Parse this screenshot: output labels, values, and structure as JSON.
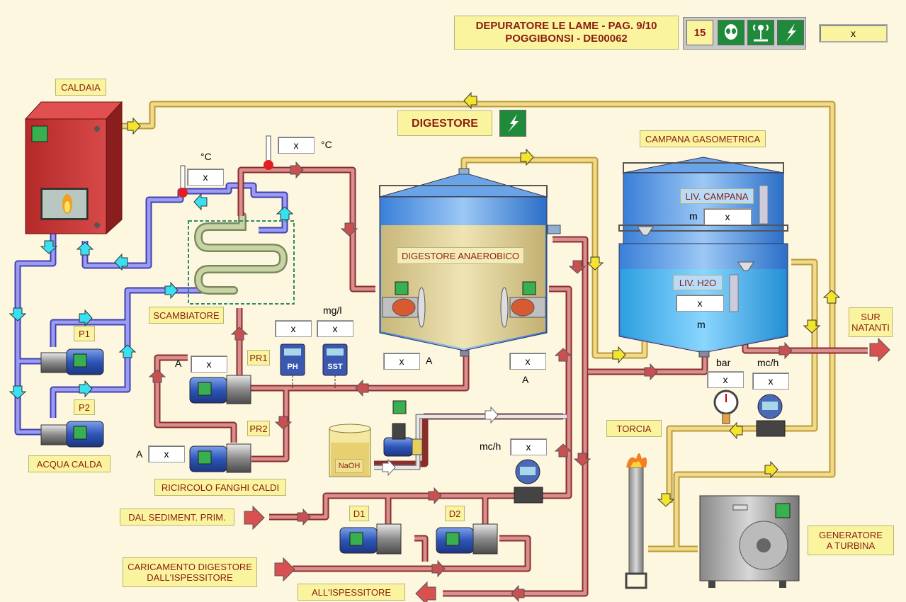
{
  "header": {
    "title_line1": "DEPURATORE LE LAME - PAG. 9/10",
    "title_line2": "POGGIBONSI -  DE00062",
    "alarm_count": "15",
    "status_value": "x"
  },
  "labels": {
    "caldaia": "CALDAIA",
    "digestore": "DIGESTORE",
    "campana": "CAMPANA GASOMETRICA",
    "scambiatore": "SCAMBIATORE",
    "acqua_calda": "ACQUA CALDA",
    "ricircolo": "RICIRCOLO FANGHI CALDI",
    "dal_sediment": "DAL SEDIMENT. PRIM.",
    "caricamento": "CARICAMENTO DIGESTORE DALL'ISPESSITORE",
    "all_ispessitore": "ALL'ISPESSITORE",
    "torcia": "TORCIA",
    "generatore": "GENERATORE A TURBINA",
    "sur_natanti": "SUR NATANTI",
    "digestore_anaerobico": "DIGESTORE ANAEROBICO",
    "liv_campana": "LIV. CAMPANA",
    "liv_h2o": "LIV. H2O",
    "p1": "P1",
    "p2": "P2",
    "pr1": "PR1",
    "pr2": "PR2",
    "d1": "D1",
    "d2": "D2",
    "naoh": "NaOH",
    "ph": "PH",
    "sst": "SST"
  },
  "values": {
    "temp_top": "x",
    "temp_left": "x",
    "ph": "x",
    "sst": "x",
    "pr1_current": "x",
    "pr2_current": "x",
    "dig_left_current": "x",
    "dig_right_current": "x",
    "liv_campana": "x",
    "liv_h2o": "x",
    "pressure": "x",
    "gas_flow": "x",
    "sludge_flow": "x"
  },
  "units": {
    "celsius": "°C",
    "mgl": "mg/l",
    "amp": "A",
    "meter": "m",
    "bar": "bar",
    "mch": "mc/h"
  },
  "icons": {
    "alien": "alien-icon",
    "antenna": "antenna-icon",
    "bolt": "lightning-icon"
  },
  "colors": {
    "hot_pipe": "#c76b6b",
    "cold_pipe": "#6f70d8",
    "gas_pipe": "#e8c768",
    "label_bg": "#fbf49e",
    "label_text": "#8a1d12"
  }
}
